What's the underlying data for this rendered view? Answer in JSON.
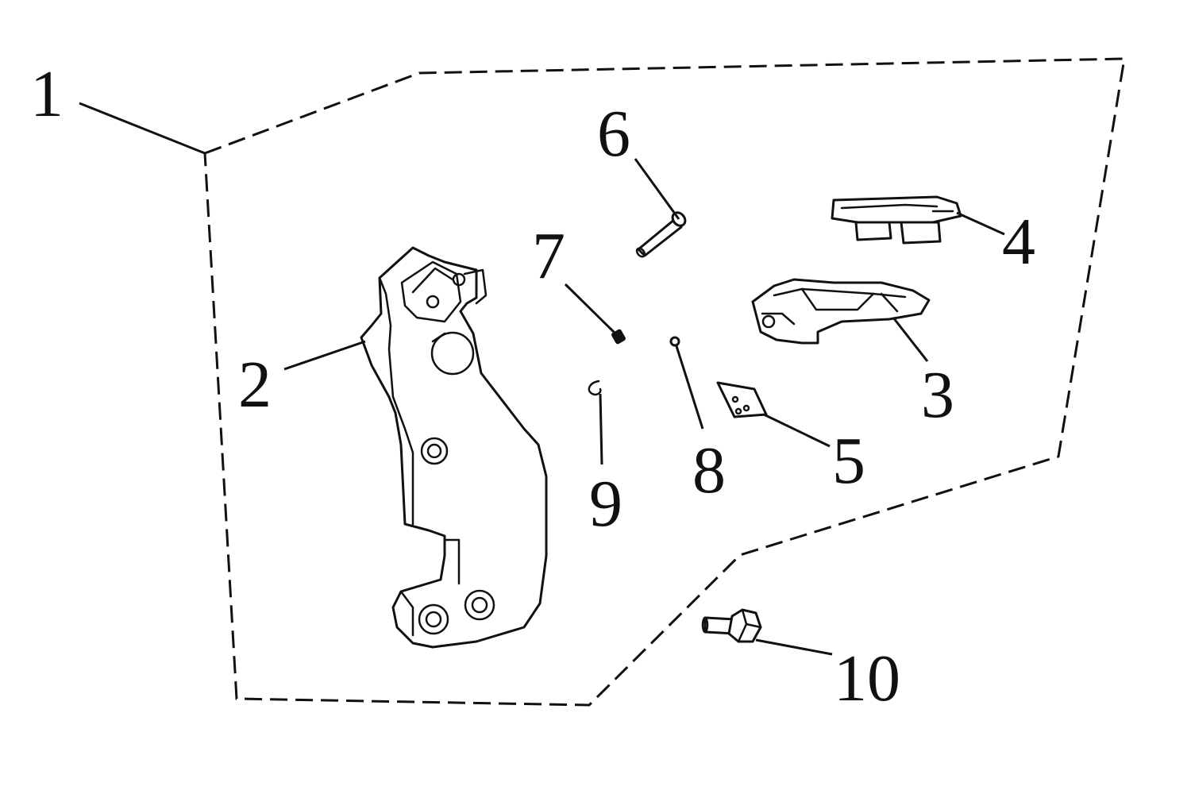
{
  "diagram": {
    "callouts": [
      {
        "id": "1",
        "label": "1"
      },
      {
        "id": "2",
        "label": "2"
      },
      {
        "id": "3",
        "label": "3"
      },
      {
        "id": "4",
        "label": "4"
      },
      {
        "id": "5",
        "label": "5"
      },
      {
        "id": "6",
        "label": "6"
      },
      {
        "id": "7",
        "label": "7"
      },
      {
        "id": "8",
        "label": "8"
      },
      {
        "id": "9",
        "label": "9"
      },
      {
        "id": "10",
        "label": "10"
      }
    ],
    "colors": {
      "line": "#111111",
      "background": "#ffffff"
    }
  }
}
